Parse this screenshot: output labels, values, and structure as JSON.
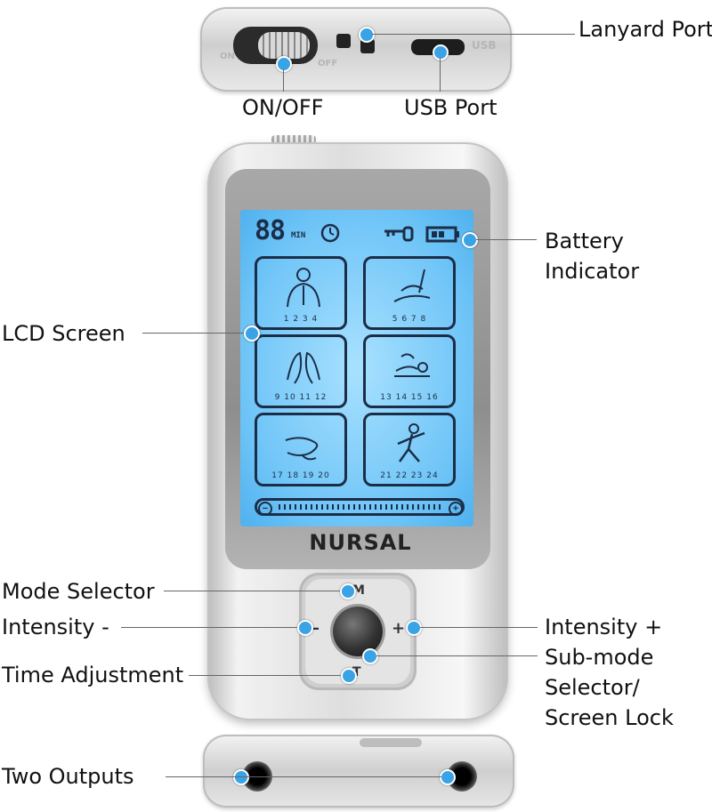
{
  "labels": {
    "lanyard_port": "Lanyard Port",
    "on_off": "ON/OFF",
    "usb_port": "USB Port",
    "battery_line1": "Battery",
    "battery_line2": "Indicator",
    "lcd_screen": "LCD Screen",
    "mode_selector": "Mode Selector",
    "intensity_minus": "Intensity -",
    "intensity_plus": "Intensity +",
    "time_adjustment": "Time Adjustment",
    "submode_line1": "Sub-mode",
    "submode_line2": "Selector/",
    "submode_line3": "Screen Lock",
    "two_outputs": "Two Outputs"
  },
  "device": {
    "top_on": "ON",
    "top_off": "OFF",
    "top_usb": "USB",
    "lcd_timer": "88",
    "lcd_min": "MIN",
    "brand": "NURSAL",
    "pad_m": "M",
    "pad_t": "T",
    "pad_minus": "–",
    "pad_plus": "+",
    "panels": [
      {
        "nums": "1 2 3 4"
      },
      {
        "nums": "5 6 7 8"
      },
      {
        "nums": "9 10 11 12"
      },
      {
        "nums": "13 14 15 16"
      },
      {
        "nums": "17 18 19 20"
      },
      {
        "nums": "21 22 23 24"
      }
    ]
  },
  "icons": {
    "clock": "clock-icon",
    "key": "key-icon",
    "battery": "battery-icon"
  },
  "colors": {
    "callout_dot": "#3aa3e6",
    "lcd_backlight": "#6ec4f7",
    "lcd_ink": "#1c2e47"
  }
}
